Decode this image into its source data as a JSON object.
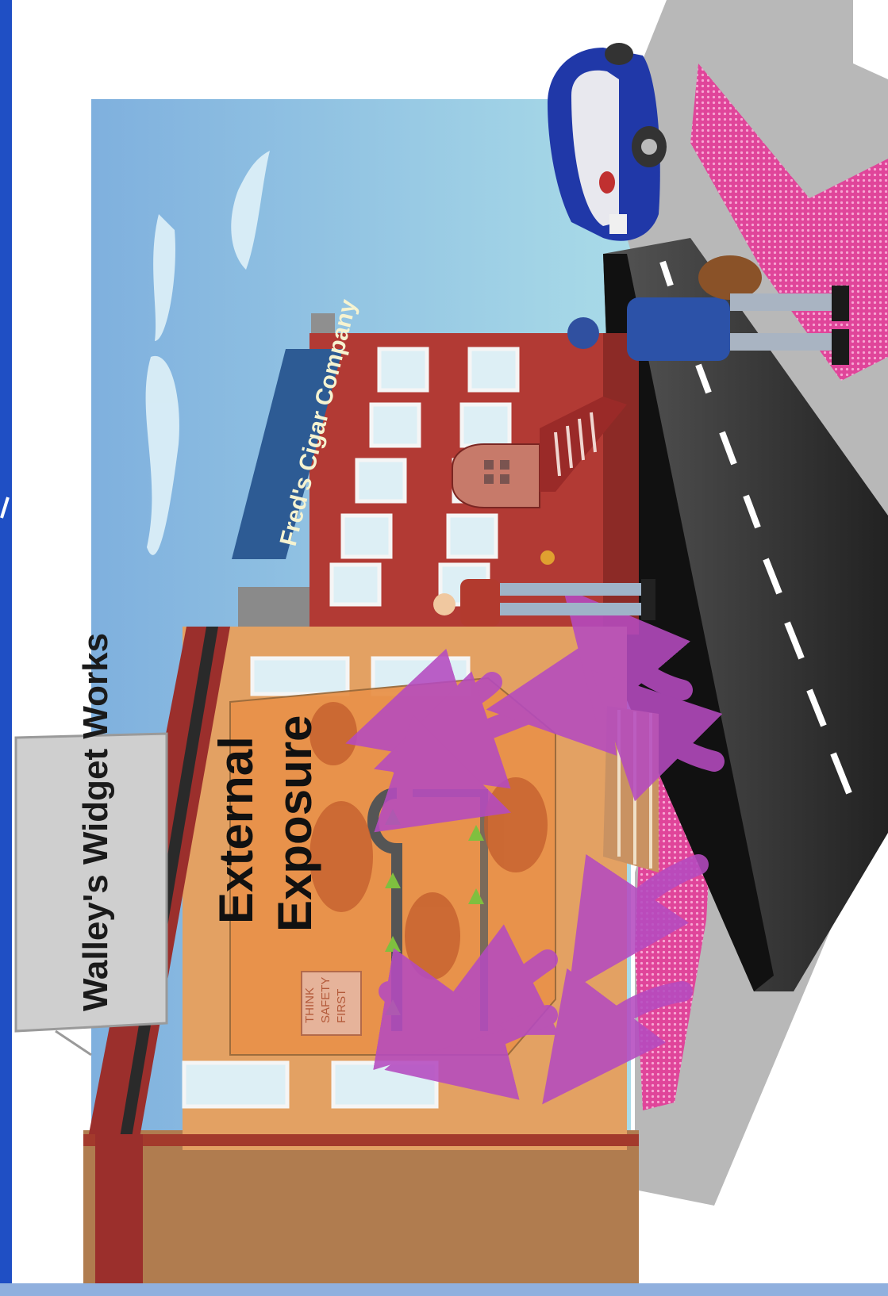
{
  "slide": {
    "annotation_label_line1": "External",
    "annotation_label_line2": "Exposure"
  },
  "signs": {
    "widget_works": "Walley's Widget Works",
    "cigar_company": "Fred's Cigar Company",
    "safety_poster_line1": "THINK",
    "safety_poster_line2": "SAFETY",
    "safety_poster_line3": "FIRST"
  },
  "colors": {
    "frame_blue": "#1f4fc4",
    "sky": "#8fc2e0",
    "orange_building": "#e3a163",
    "red_building": "#b23a34",
    "sign_blue": "#2d5b94",
    "sidewalk_pink": "#e04d9e",
    "road": "#333333",
    "exposure_arrows": "#b042b8"
  }
}
